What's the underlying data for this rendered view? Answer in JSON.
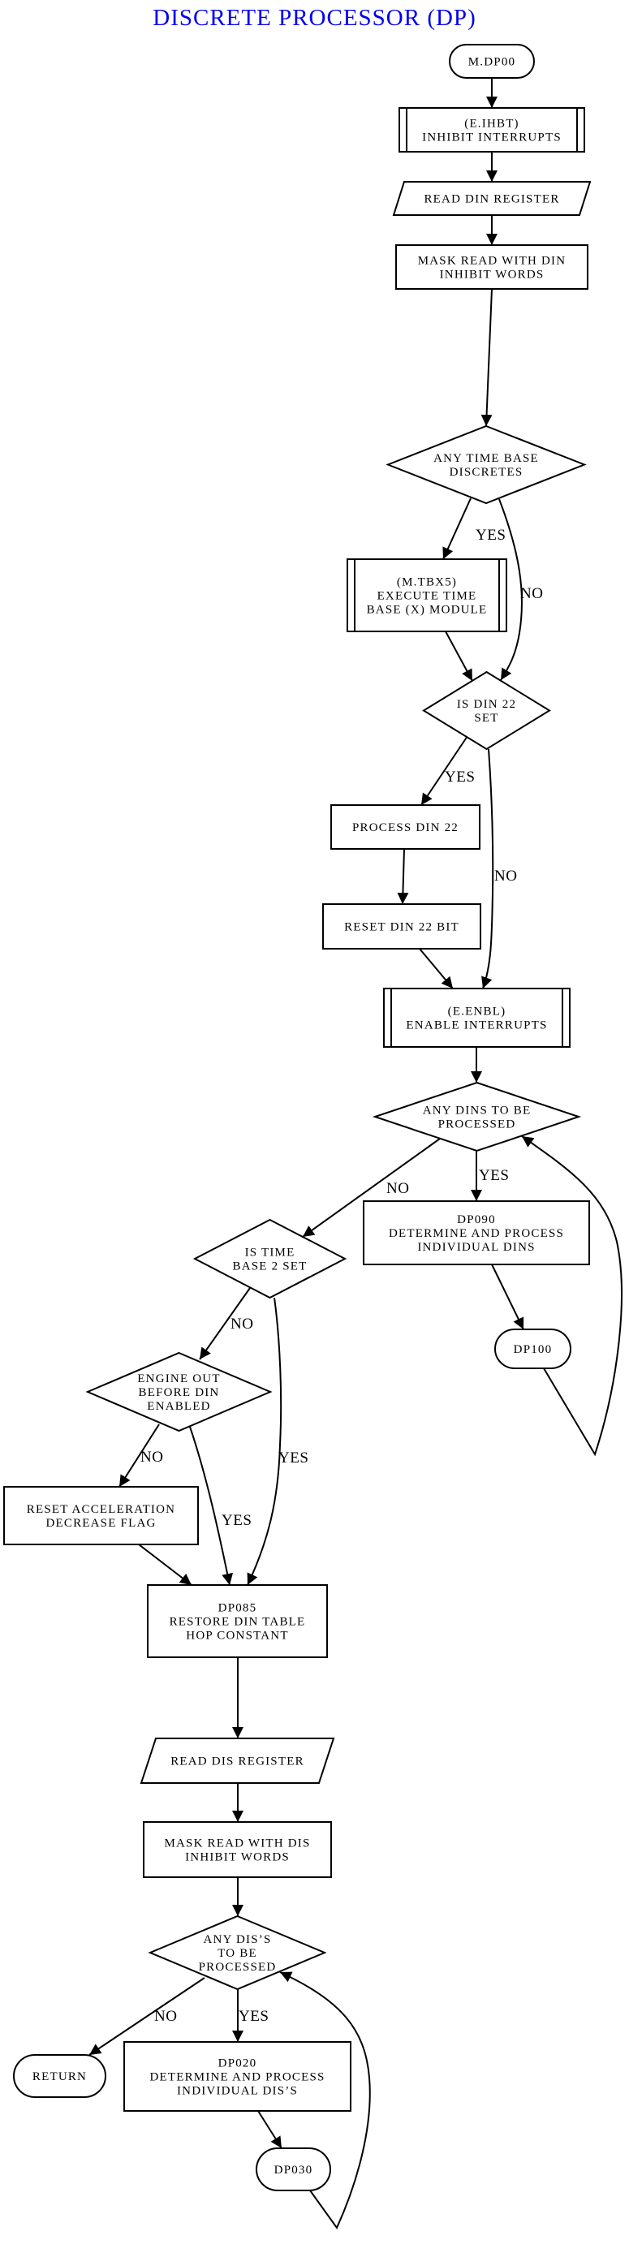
{
  "title": "DISCRETE PROCESSOR (DP)",
  "colors": {
    "title": "#0000ee",
    "stroke": "#000000",
    "background": "#ffffff"
  },
  "nodes": [
    {
      "id": "m_dp00",
      "type": "terminal",
      "lines": [
        "M.DP00"
      ]
    },
    {
      "id": "e_ihbt",
      "type": "predefined-process",
      "lines": [
        "(E.IHBT)",
        "INHIBIT INTERRUPTS"
      ]
    },
    {
      "id": "read_din",
      "type": "input-output",
      "lines": [
        "READ DIN REGISTER"
      ]
    },
    {
      "id": "mask_din",
      "type": "process",
      "lines": [
        "MASK READ WITH DIN",
        "INHIBIT WORDS"
      ]
    },
    {
      "id": "any_time_base",
      "type": "decision",
      "lines": [
        "ANY TIME BASE",
        "DISCRETES"
      ]
    },
    {
      "id": "m_tbx5",
      "type": "predefined-process",
      "lines": [
        "(M.TBX5)",
        "EXECUTE TIME",
        "BASE (X) MODULE"
      ]
    },
    {
      "id": "is_din22",
      "type": "decision",
      "lines": [
        "IS DIN 22",
        "SET"
      ]
    },
    {
      "id": "process_din22",
      "type": "process",
      "lines": [
        "PROCESS DIN 22"
      ]
    },
    {
      "id": "reset_din22",
      "type": "process",
      "lines": [
        "RESET DIN 22 BIT"
      ]
    },
    {
      "id": "e_enbl",
      "type": "predefined-process",
      "lines": [
        "(E.ENBL)",
        "ENABLE INTERRUPTS"
      ]
    },
    {
      "id": "any_dins",
      "type": "decision",
      "lines": [
        "ANY DINS TO BE",
        "PROCESSED"
      ]
    },
    {
      "id": "dp090",
      "type": "process",
      "lines": [
        "DP090",
        "DETERMINE AND PROCESS",
        "INDIVIDUAL DINS"
      ]
    },
    {
      "id": "dp100",
      "type": "terminal",
      "lines": [
        "DP100"
      ]
    },
    {
      "id": "is_tb2",
      "type": "decision",
      "lines": [
        "IS TIME",
        "BASE 2 SET"
      ]
    },
    {
      "id": "engine_out",
      "type": "decision",
      "lines": [
        "ENGINE OUT",
        "BEFORE DIN",
        "ENABLED"
      ]
    },
    {
      "id": "reset_accel",
      "type": "process",
      "lines": [
        "RESET ACCELERATION",
        "DECREASE FLAG"
      ]
    },
    {
      "id": "dp085",
      "type": "process",
      "lines": [
        "DP085",
        "RESTORE DIN TABLE",
        "HOP CONSTANT"
      ]
    },
    {
      "id": "read_dis",
      "type": "input-output",
      "lines": [
        "READ DIS REGISTER"
      ]
    },
    {
      "id": "mask_dis",
      "type": "process",
      "lines": [
        "MASK READ WITH DIS",
        "INHIBIT WORDS"
      ]
    },
    {
      "id": "any_dis",
      "type": "decision",
      "lines": [
        "ANY DIS’S",
        "TO BE",
        "PROCESSED"
      ]
    },
    {
      "id": "return",
      "type": "terminal",
      "lines": [
        "RETURN"
      ]
    },
    {
      "id": "dp020",
      "type": "process",
      "lines": [
        "DP020",
        "DETERMINE AND PROCESS",
        "INDIVIDUAL DIS’S"
      ]
    },
    {
      "id": "dp030",
      "type": "terminal",
      "lines": [
        "DP030"
      ]
    }
  ],
  "edges": [
    {
      "id": "e1",
      "from": "m_dp00",
      "to": "e_ihbt",
      "label": ""
    },
    {
      "id": "e2",
      "from": "e_ihbt",
      "to": "read_din",
      "label": ""
    },
    {
      "id": "e3",
      "from": "read_din",
      "to": "mask_din",
      "label": ""
    },
    {
      "id": "e4",
      "from": "mask_din",
      "to": "any_time_base",
      "label": ""
    },
    {
      "id": "e5",
      "from": "any_time_base",
      "to": "m_tbx5",
      "label": "YES"
    },
    {
      "id": "e6",
      "from": "any_time_base",
      "to": "is_din22",
      "label": "NO"
    },
    {
      "id": "e7",
      "from": "m_tbx5",
      "to": "is_din22",
      "label": ""
    },
    {
      "id": "e8",
      "from": "is_din22",
      "to": "process_din22",
      "label": "YES"
    },
    {
      "id": "e9",
      "from": "is_din22",
      "to": "e_enbl",
      "label": "NO"
    },
    {
      "id": "e10",
      "from": "process_din22",
      "to": "reset_din22",
      "label": ""
    },
    {
      "id": "e11",
      "from": "reset_din22",
      "to": "e_enbl",
      "label": ""
    },
    {
      "id": "e12",
      "from": "e_enbl",
      "to": "any_dins",
      "label": ""
    },
    {
      "id": "e13",
      "from": "any_dins",
      "to": "dp090",
      "label": "YES"
    },
    {
      "id": "e14",
      "from": "any_dins",
      "to": "is_tb2",
      "label": "NO"
    },
    {
      "id": "e15",
      "from": "dp090",
      "to": "dp100",
      "label": ""
    },
    {
      "id": "e16",
      "from": "dp100",
      "to": "any_dins",
      "label": ""
    },
    {
      "id": "e17",
      "from": "is_tb2",
      "to": "engine_out",
      "label": "NO"
    },
    {
      "id": "e18",
      "from": "is_tb2",
      "to": "dp085",
      "label": "YES"
    },
    {
      "id": "e19",
      "from": "engine_out",
      "to": "reset_accel",
      "label": "NO"
    },
    {
      "id": "e20",
      "from": "engine_out",
      "to": "dp085",
      "label": "YES"
    },
    {
      "id": "e21",
      "from": "reset_accel",
      "to": "dp085",
      "label": ""
    },
    {
      "id": "e22",
      "from": "dp085",
      "to": "read_dis",
      "label": ""
    },
    {
      "id": "e23",
      "from": "read_dis",
      "to": "mask_dis",
      "label": ""
    },
    {
      "id": "e24",
      "from": "mask_dis",
      "to": "any_dis",
      "label": ""
    },
    {
      "id": "e25",
      "from": "any_dis",
      "to": "return",
      "label": "NO"
    },
    {
      "id": "e26",
      "from": "any_dis",
      "to": "dp020",
      "label": "YES"
    },
    {
      "id": "e27",
      "from": "dp020",
      "to": "dp030",
      "label": ""
    },
    {
      "id": "e28",
      "from": "dp030",
      "to": "any_dis",
      "label": ""
    }
  ]
}
